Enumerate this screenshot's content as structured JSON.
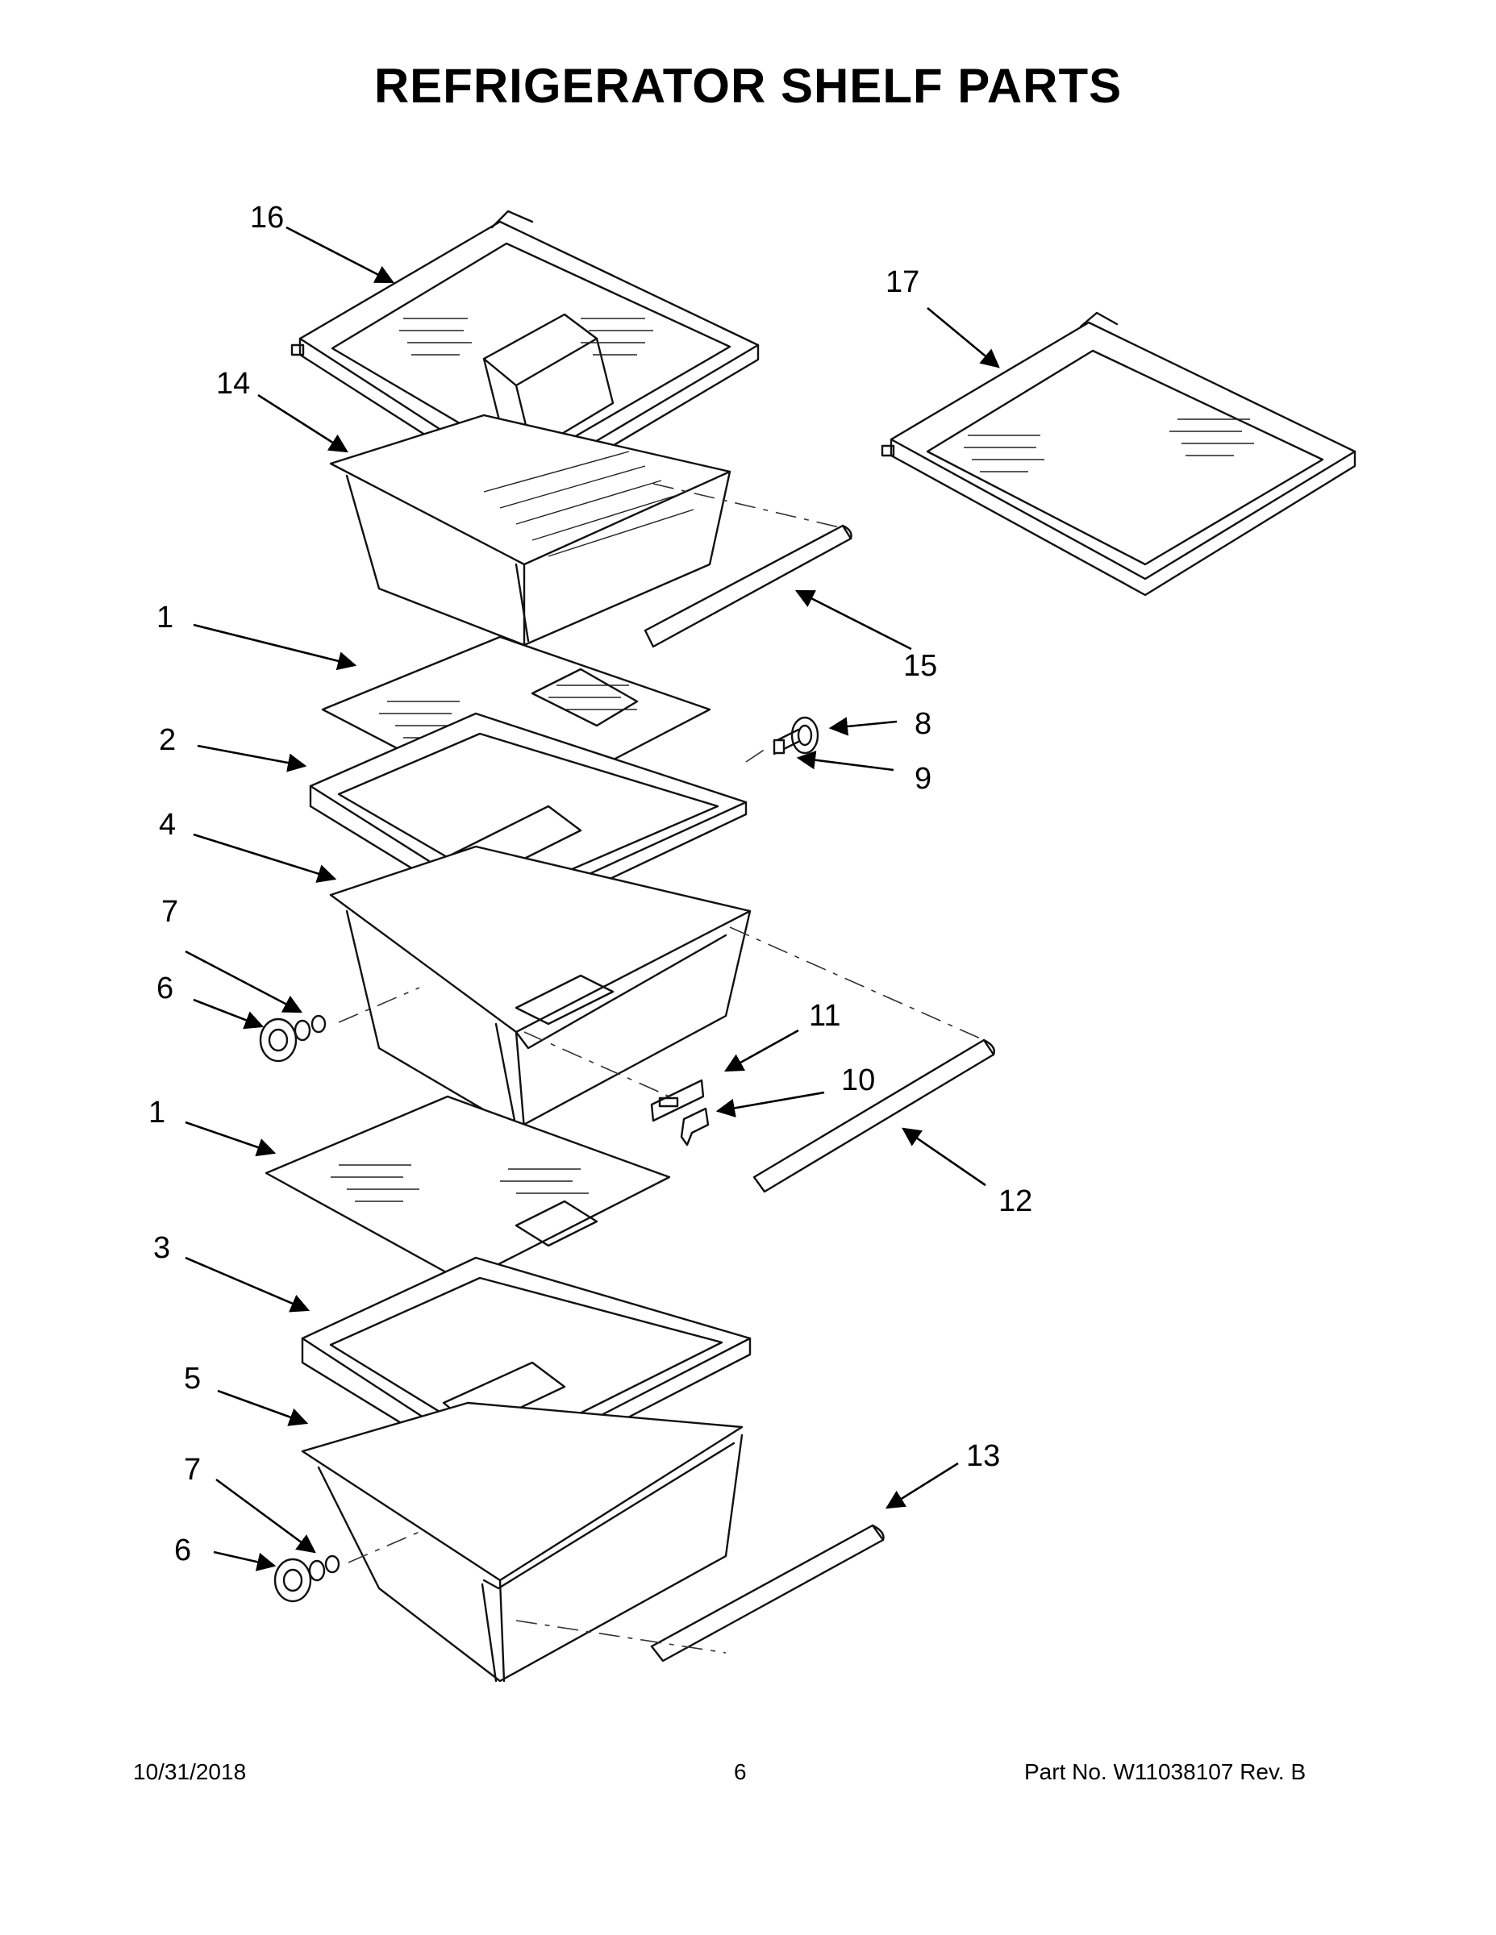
{
  "title": "REFRIGERATOR SHELF PARTS",
  "callouts": [
    "16",
    "17",
    "14",
    "1",
    "15",
    "8",
    "9",
    "2",
    "4",
    "7",
    "6",
    "11",
    "10",
    "1",
    "12",
    "3",
    "5",
    "13",
    "7",
    "6"
  ],
  "footer": {
    "date": "10/31/2018",
    "page": "6",
    "part": "Part No.  W11038107  Rev.  B"
  }
}
